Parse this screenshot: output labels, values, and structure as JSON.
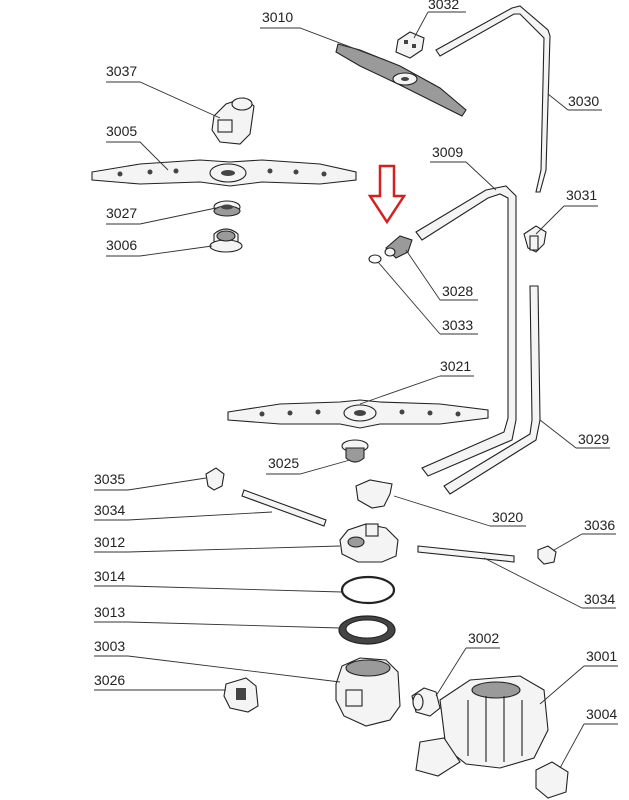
{
  "labels": {
    "3001": "3001",
    "3002": "3002",
    "3003": "3003",
    "3004": "3004",
    "3005": "3005",
    "3006": "3006",
    "3009": "3009",
    "3010": "3010",
    "3012": "3012",
    "3013": "3013",
    "3014": "3014",
    "3020": "3020",
    "3021": "3021",
    "3025": "3025",
    "3026": "3026",
    "3027": "3027",
    "3028": "3028",
    "3029": "3029",
    "3030": "3030",
    "3031": "3031",
    "3032": "3032",
    "3033": "3033",
    "3034a": "3034",
    "3034b": "3034",
    "3035": "3035",
    "3036": "3036",
    "3037": "3037"
  },
  "highlight": {
    "arrow_color": "#d42020",
    "target_part": "3028"
  }
}
